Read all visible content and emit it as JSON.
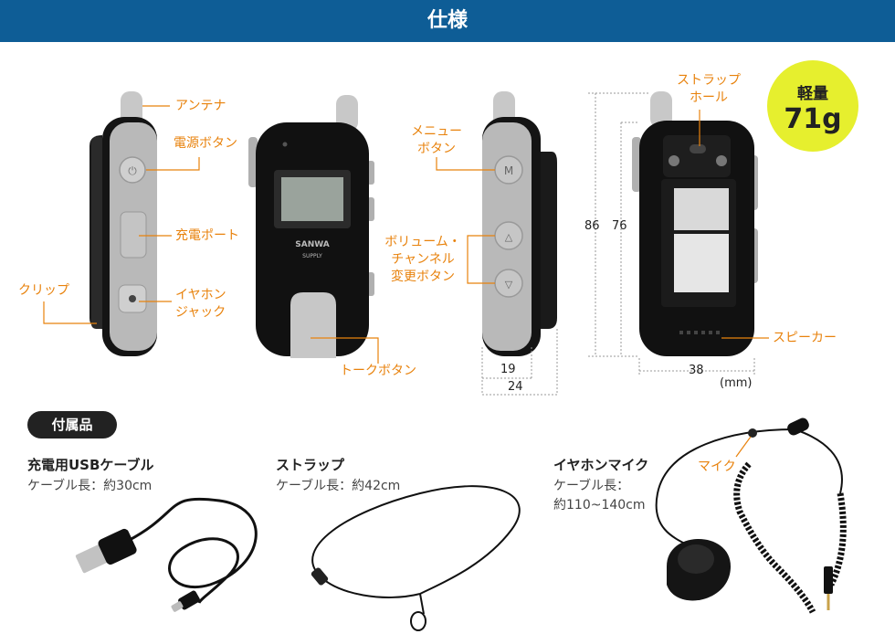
{
  "header": {
    "title": "仕様"
  },
  "callouts": {
    "antenna": "アンテナ",
    "power_button": "電源ボタン",
    "charge_port": "充電ポート",
    "clip": "クリップ",
    "earphone_jack_1": "イヤホン",
    "earphone_jack_2": "ジャック",
    "talk_button": "トークボタン",
    "menu_button_1": "メニュー",
    "menu_button_2": "ボタン",
    "volume_1": "ボリューム・",
    "volume_2": "チャンネル",
    "volume_3": "変更ボタン",
    "strap_hole_1": "ストラップ",
    "strap_hole_2": "ホール",
    "speaker": "スピーカー",
    "mic": "マイク"
  },
  "device": {
    "brand_line1": "SANWA",
    "brand_line2": "SUPPLY",
    "menu_glyph": "M",
    "up_glyph": "△",
    "down_glyph": "▽"
  },
  "dimensions": {
    "h_total": "86",
    "h_body": "76",
    "w_body": "19",
    "w_total": "24",
    "w_back": "38",
    "unit": "(mm)"
  },
  "weight": {
    "label": "軽量",
    "value": "71g"
  },
  "accessories": {
    "section_label": "付属品",
    "items": [
      {
        "title": "充電用USBケーブル",
        "sub1": "ケーブル長：約30cm",
        "sub2": ""
      },
      {
        "title": "ストラップ",
        "sub1": "ケーブル長：約42cm",
        "sub2": ""
      },
      {
        "title": "イヤホンマイク",
        "sub1": "ケーブル長：",
        "sub2": "約110~140cm"
      }
    ]
  },
  "colors": {
    "header": "#0e5d96",
    "callout": "#e8820c",
    "weight_badge": "#e6ef2e"
  }
}
